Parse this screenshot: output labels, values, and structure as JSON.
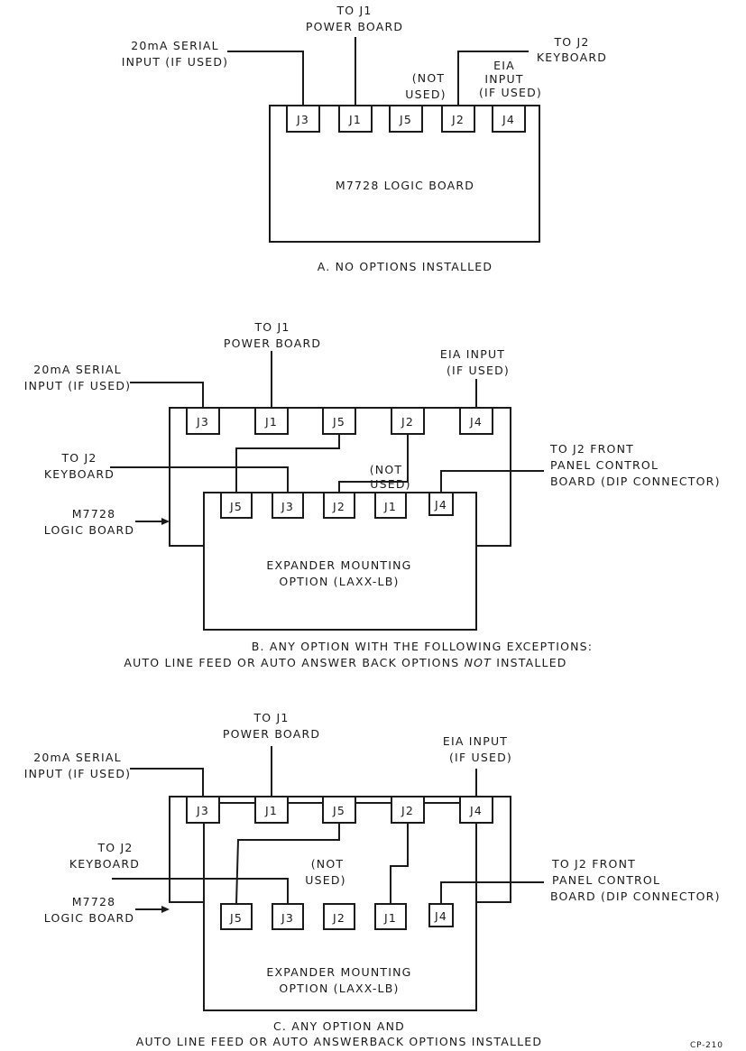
{
  "panel_a": {
    "connectors": [
      "J3",
      "J1",
      "J5",
      "J2",
      "J4"
    ],
    "labels": {
      "to_j1_1": "TO J1",
      "to_j1_2": "POWER BOARD",
      "serial_1": "20mA SERIAL",
      "serial_2": "INPUT (IF USED)",
      "not_used_1": "(NOT",
      "not_used_2": "USED)",
      "to_j2_1": "TO J2",
      "to_j2_2": "KEYBOARD",
      "eia_1": "EIA",
      "eia_2": "INPUT",
      "eia_3": "(IF USED)",
      "board": "M7728 LOGIC BOARD"
    },
    "caption": "A. NO OPTIONS INSTALLED"
  },
  "panel_b": {
    "logic_connectors": [
      "J3",
      "J1",
      "J5",
      "J2",
      "J4"
    ],
    "expander_connectors": [
      "J5",
      "J3",
      "J2",
      "J1",
      "J4"
    ],
    "labels": {
      "to_j1_1": "TO J1",
      "to_j1_2": "POWER BOARD",
      "serial_1": "20mA SERIAL",
      "serial_2": "INPUT (IF USED)",
      "eia_1": "EIA INPUT",
      "eia_2": "(IF USED)",
      "to_j2_1": "TO J2",
      "to_j2_2": "KEYBOARD",
      "not_used_1": "(NOT",
      "not_used_2": "USED)",
      "front_1": "TO J2 FRONT",
      "front_2": "PANEL CONTROL",
      "front_3": "BOARD (DIP CONNECTOR)",
      "logic_1": "M7728",
      "logic_2": "LOGIC BOARD",
      "expander_1": "EXPANDER MOUNTING",
      "expander_2": "OPTION  (LAXX-LB)"
    },
    "caption_1": "B. ANY OPTION WITH THE FOLLOWING EXCEPTIONS:",
    "caption_2a": "AUTO LINE FEED OR AUTO ANSWER BACK OPTIONS ",
    "caption_2b": "NOT",
    "caption_2c": " INSTALLED"
  },
  "panel_c": {
    "logic_connectors": [
      "J3",
      "J1",
      "J5",
      "J2",
      "J4"
    ],
    "expander_connectors": [
      "J5",
      "J3",
      "J2",
      "J1",
      "J4"
    ],
    "labels": {
      "to_j1_1": "TO J1",
      "to_j1_2": "POWER BOARD",
      "serial_1": "20mA SERIAL",
      "serial_2": "INPUT (IF USED)",
      "eia_1": "EIA INPUT",
      "eia_2": "(IF USED)",
      "to_j2_1": "TO J2",
      "to_j2_2": "KEYBOARD",
      "not_used_1": "(NOT",
      "not_used_2": "USED)",
      "front_1": "TO J2 FRONT",
      "front_2": "PANEL CONTROL",
      "front_3": "BOARD (DIP CONNECTOR)",
      "logic_1": "M7728",
      "logic_2": "LOGIC BOARD",
      "expander_1": "EXPANDER MOUNTING",
      "expander_2": "OPTION   (LAXX-LB)"
    },
    "caption_1": "C. ANY OPTION AND",
    "caption_2": "AUTO LINE FEED OR AUTO ANSWERBACK OPTIONS INSTALLED"
  },
  "figure_id": "CP-210"
}
